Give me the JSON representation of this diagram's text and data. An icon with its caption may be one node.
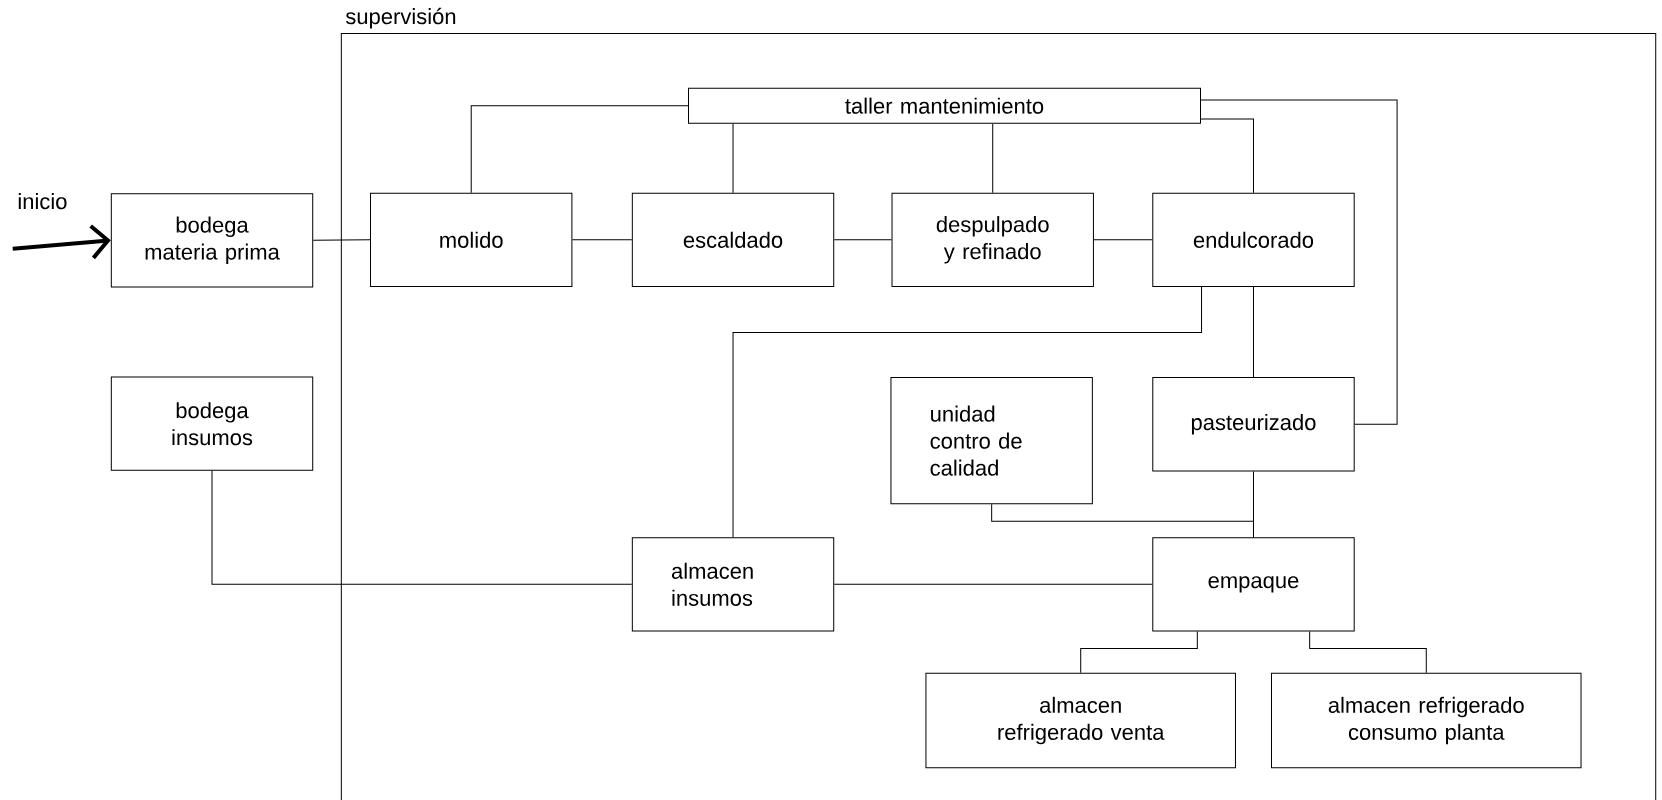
{
  "diagram": {
    "nodes": [
      {
        "text": [
          "supervisión"
        ]
      },
      {
        "text": [
          "taller mantenimiento"
        ],
        "in": 0
      },
      {
        "text": [
          "bodega materia prima"
        ]
      },
      {
        "text": [
          "molido"
        ],
        "in": 0
      },
      {
        "text": [
          "escaldado"
        ],
        "in": 0
      },
      {
        "text": [
          "despulpado y refinado"
        ],
        "in": 0
      },
      {
        "text": [
          "endulcorado"
        ],
        "in": 0
      },
      {
        "text": [
          "bodega insumos"
        ]
      },
      {
        "text": [
          "unidad contro de calidad"
        ],
        "in": 0
      },
      {
        "text": [
          "pasteurizado"
        ],
        "in": 0
      },
      {
        "text": [
          "almacen insumos"
        ],
        "in": 0
      },
      {
        "text": [
          "empaque"
        ],
        "in": 0
      },
      {
        "text": [
          "almacen refrigerado venta"
        ],
        "in": 0
      },
      {
        "text": [
          "almacen refrigerado consumo planta"
        ],
        "in": 0
      }
    ],
    "edges": [
      {
        "from": 2,
        "to": 3,
        "arrow": "none"
      },
      {
        "from": 3,
        "to": 4,
        "arrow": "none"
      },
      {
        "from": 4,
        "to": 5,
        "arrow": "none"
      },
      {
        "from": 5,
        "to": 6,
        "arrow": "none"
      },
      {
        "from": 1,
        "to": 3,
        "arrow": "none"
      },
      {
        "from": 1,
        "to": 4,
        "arrow": "none"
      },
      {
        "from": 1,
        "to": 5,
        "arrow": "none"
      },
      {
        "from": 1,
        "to": 6,
        "arrow": "none"
      },
      {
        "from": 1,
        "to": 9,
        "arrow": "none"
      },
      {
        "from": 6,
        "to": 9,
        "arrow": "none"
      },
      {
        "from": 6,
        "to": 10,
        "arrow": "none"
      },
      {
        "from": 9,
        "to": 11,
        "arrow": "none"
      },
      {
        "from": 8,
        "to": 11,
        "arrow": "none"
      },
      {
        "from": 7,
        "to": 10,
        "arrow": "none"
      },
      {
        "from": 10,
        "to": 11,
        "arrow": "none"
      },
      {
        "from": 11,
        "to": 12,
        "arrow": "none"
      },
      {
        "from": 11,
        "to": 13,
        "arrow": "none"
      },
      {
        "from": null,
        "to": 2,
        "arrow": "to",
        "style": "thick"
      }
    ],
    "labels": [
      "inicio"
    ]
  }
}
